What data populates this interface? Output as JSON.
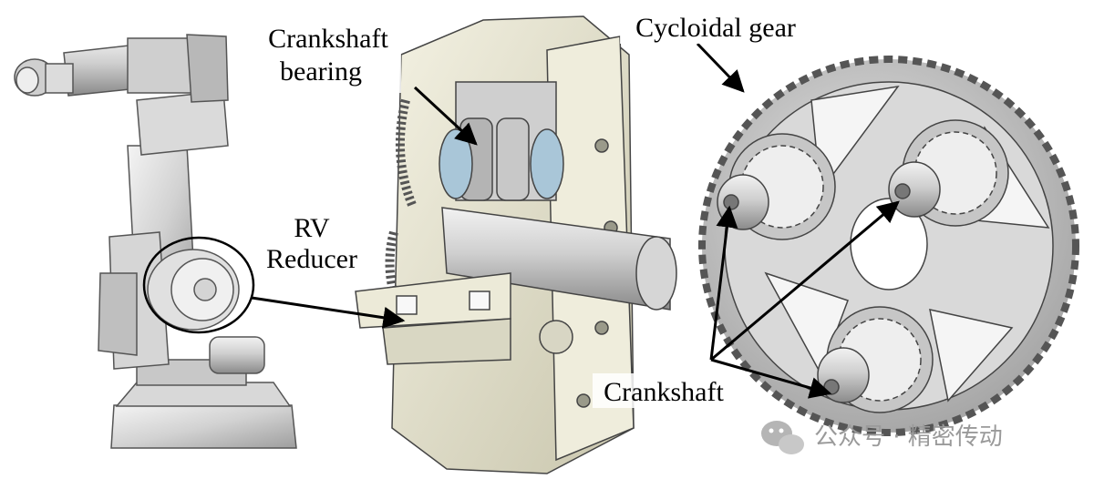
{
  "labels": {
    "crankshaft_bearing_line1": "Crankshaft",
    "crankshaft_bearing_line2": "bearing",
    "cycloidal_gear": "Cycloidal gear",
    "rv_line1": "RV",
    "rv_line2": "Reducer",
    "crankshaft": "Crankshaft"
  },
  "watermark": {
    "text": "公众号 · 精密传动",
    "icon": "wechat-icon"
  },
  "colors": {
    "metal_light": "#e6e6e6",
    "metal_mid": "#c4c4c4",
    "metal_dark": "#8c8c8c",
    "cream": "#e8e5d0",
    "bearing_blue": "#a9c6d8",
    "outline": "#3a3a3a"
  }
}
